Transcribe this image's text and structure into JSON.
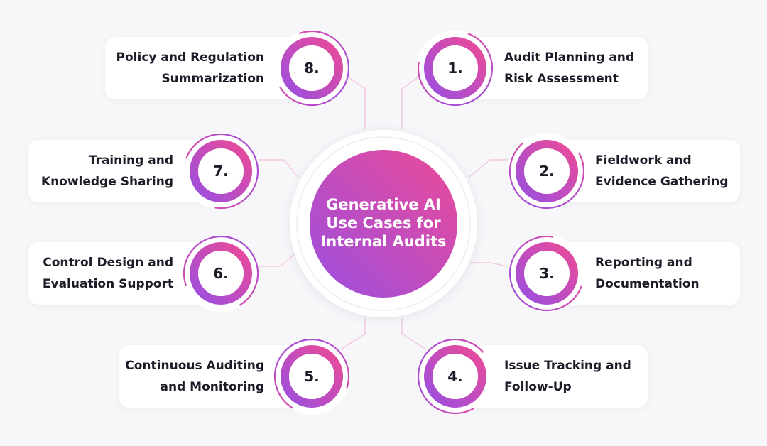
{
  "center": {
    "title": "Generative AI\nUse Cases for\nInternal Audits"
  },
  "items": [
    {
      "number": "1.",
      "label": "Audit Planning and\nRisk Assessment"
    },
    {
      "number": "2.",
      "label": "Fieldwork and\nEvidence Gathering"
    },
    {
      "number": "3.",
      "label": "Reporting and\nDocumentation"
    },
    {
      "number": "4.",
      "label": "Issue Tracking and\nFollow-Up"
    },
    {
      "number": "5.",
      "label": "Continuous Auditing\nand Monitoring"
    },
    {
      "number": "6.",
      "label": "Control Design and\nEvaluation Support"
    },
    {
      "number": "7.",
      "label": "Training and\nKnowledge Sharing"
    },
    {
      "number": "8.",
      "label": "Policy and Regulation\nSummarization"
    }
  ],
  "colors": {
    "gradient_start": "#9b4fe0",
    "gradient_end": "#ec4a97",
    "connector": "#f3c7dc"
  }
}
